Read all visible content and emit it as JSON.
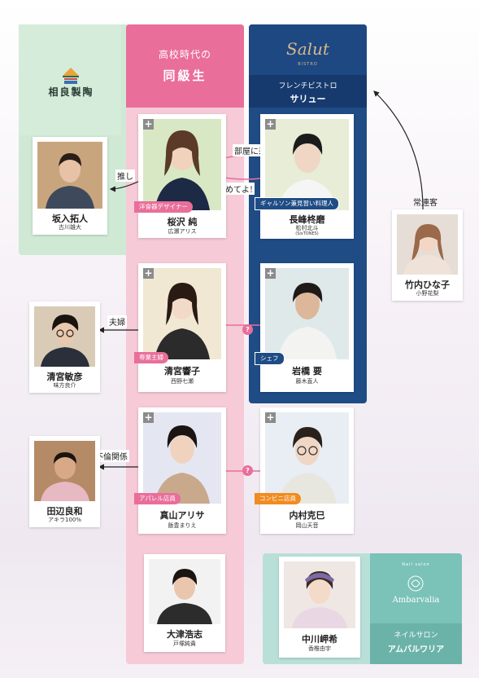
{
  "groups": {
    "sagara": {
      "name": "相良製陶"
    },
    "classmates": {
      "subtitle": "高校時代の",
      "title": "同級生"
    },
    "bistro": {
      "logo": "Salut",
      "logo_sub": "BISTRO",
      "type": "フレンチビストロ",
      "name": "サリュー"
    },
    "nail": {
      "logo_small": "Nail salon",
      "logo_name": "Ambarvalia",
      "type": "ネイルサロン",
      "name": "アムバルワリア"
    }
  },
  "characters": {
    "sakazawa": {
      "name": "桜沢 純",
      "actor": "広瀬アリス",
      "role": "洋食器デザイナー"
    },
    "sakanyu": {
      "name": "坂入拓人",
      "actor": "古川雄大"
    },
    "nagamine": {
      "name": "長峰柊磨",
      "actor": "松村北斗",
      "actor_note": "(SixTONES)",
      "role": "ギャルソン兼見習い料理人"
    },
    "takeuchi": {
      "name": "竹内ひな子",
      "actor": "小野花梨"
    },
    "kiyomiya_h": {
      "name": "清宮響子",
      "actor": "西野七瀬",
      "role": "専業主婦"
    },
    "kiyomiya_t": {
      "name": "清宮敏彦",
      "actor": "味方良介"
    },
    "iwahashi": {
      "name": "岩橋 要",
      "actor": "藤木直人",
      "role": "シェフ"
    },
    "mayama": {
      "name": "真山アリサ",
      "actor": "飯豊まりえ",
      "role": "アパレル店員"
    },
    "tanabe": {
      "name": "田辺良和",
      "actor": "アキラ100%"
    },
    "uchimura": {
      "name": "内村克巳",
      "actor": "岡山天音",
      "role": "コンビニ店員"
    },
    "oozu": {
      "name": "大津浩志",
      "actor": "戸塚純貴"
    },
    "nakagawa": {
      "name": "中川岬希",
      "actor": "香椎由宇"
    }
  },
  "relations": {
    "oshi": "推し",
    "heya": "部屋に来る?",
    "yamete": "やめてよ!",
    "jouren": "常連客",
    "fuufu": "夫婦",
    "furin": "不倫関係",
    "q1": "?",
    "q2": "?"
  },
  "icons": {
    "plus": "+"
  },
  "colors": {
    "pink": "#e96e9a",
    "navy": "#1f4c85",
    "green": "#cfe9d5",
    "teal": "#7bc2b8",
    "orange": "#f08c21"
  }
}
